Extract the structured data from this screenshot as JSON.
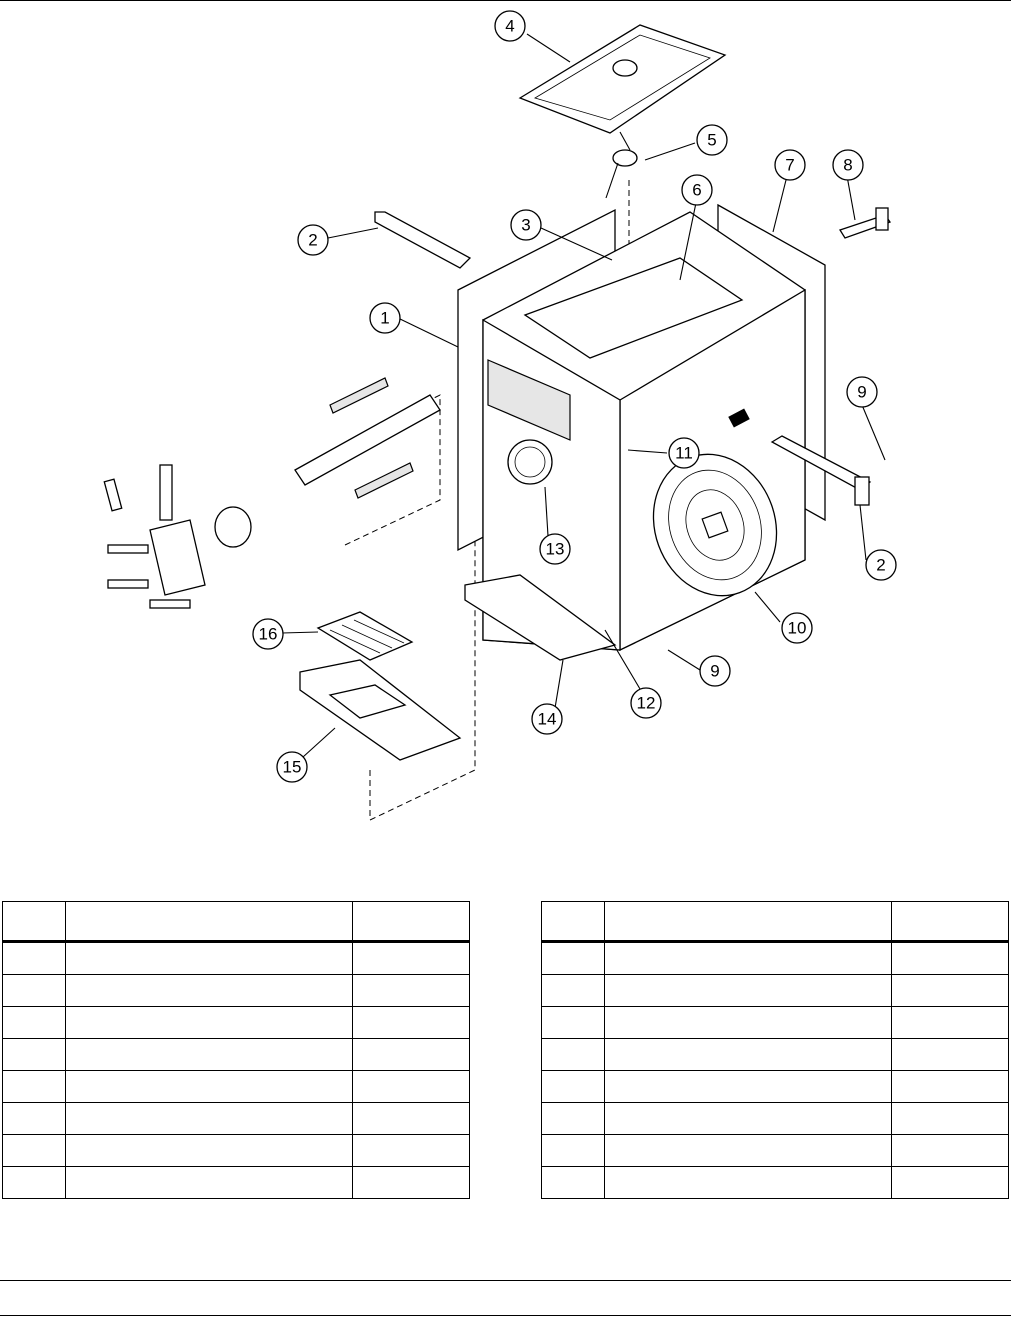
{
  "diagram": {
    "callouts": [
      "1",
      "2",
      "3",
      "4",
      "5",
      "6",
      "7",
      "8",
      "9",
      "10",
      "11",
      "12",
      "13",
      "14",
      "15",
      "16"
    ]
  },
  "tables": {
    "left": {
      "rows": 8,
      "columns": 3
    },
    "right": {
      "rows": 8,
      "columns": 3
    }
  }
}
